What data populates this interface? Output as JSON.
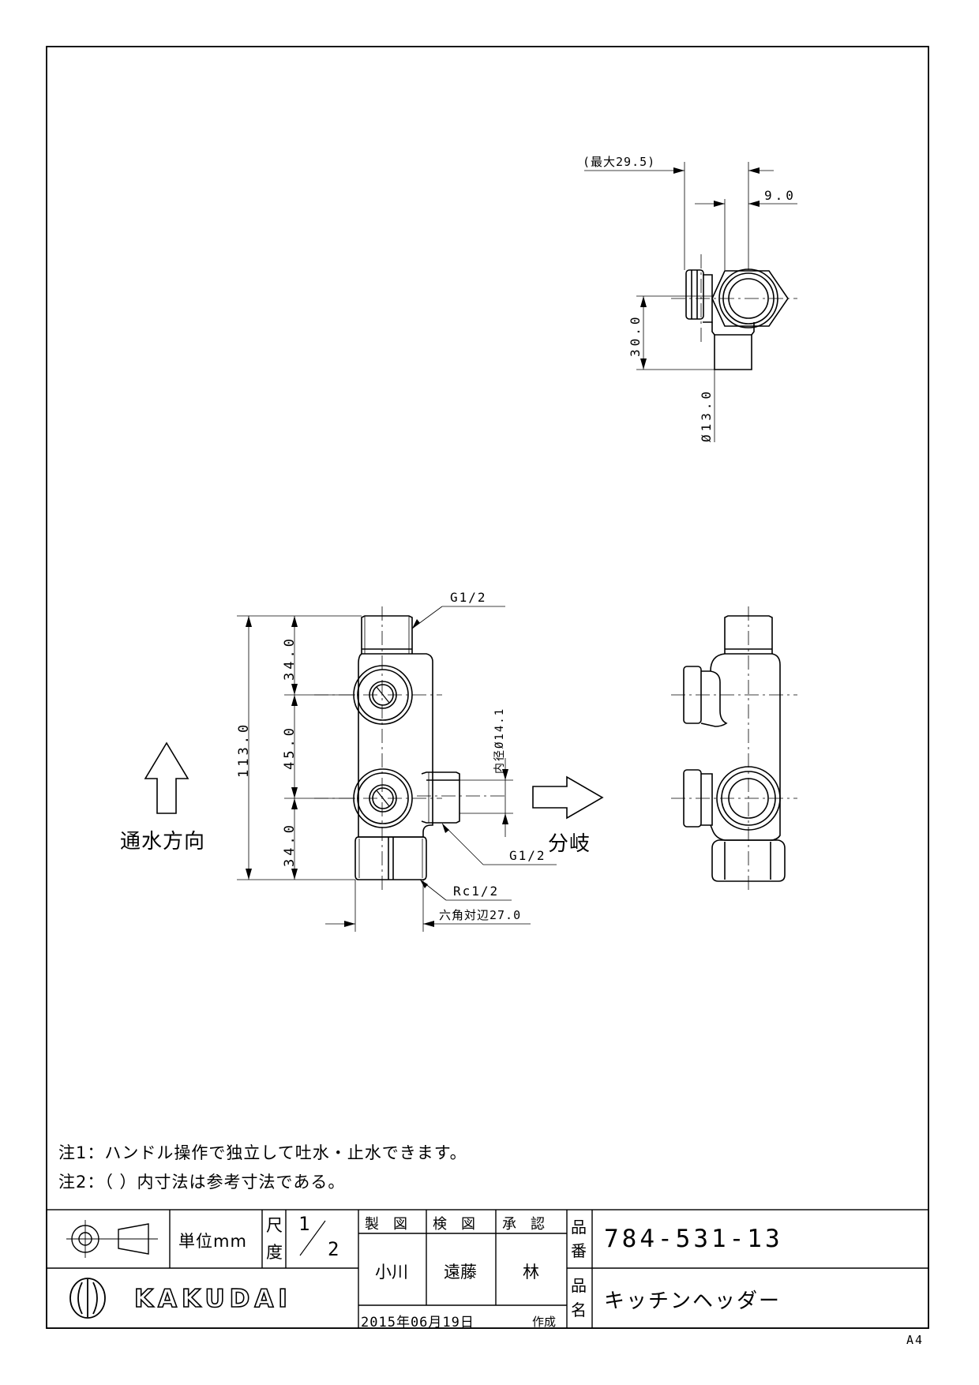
{
  "drawing": {
    "top_view": {
      "dim_max": "(最大29.5)",
      "dim_offset": "9.0",
      "dim_height": "30.0",
      "dim_diameter": "Ø13.0"
    },
    "front_view": {
      "dim_total": "113.0",
      "dim_upper": "34.0",
      "dim_middle": "45.0",
      "dim_lower": "34.0",
      "thread_top": "G1/2",
      "thread_branch": "G1/2",
      "thread_bottom": "Rc1/2",
      "hex_width": "六角対辺27.0",
      "inner_diameter": "内径Ø14.1",
      "flow_label": "通水方向",
      "branch_label": "分岐"
    },
    "notes": [
      "注1：ハンドル操作で独立して吐水・止水できます。",
      "注2：（ ）内寸法は参考寸法である。"
    ]
  },
  "title_block": {
    "unit": "単位mm",
    "scale_label_top": "尺",
    "scale_label_bottom": "度",
    "scale_num": "1",
    "scale_den": "2",
    "drawn_label": "製　図",
    "checked_label": "検　図",
    "approved_label": "承　認",
    "drawn_by": "小川",
    "checked_by": "遠藤",
    "approved_by": "林",
    "part_no_label_top": "品",
    "part_no_label_bottom": "番",
    "part_no": "784-531-13",
    "part_name_label_top": "品",
    "part_name_label_bottom": "名",
    "part_name": "キッチンヘッダー",
    "date": "2015年06月19日",
    "created_label": "作成",
    "logo_text": "KAKUDAI",
    "paper_size": "A4"
  }
}
